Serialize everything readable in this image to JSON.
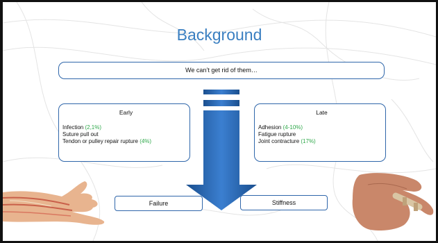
{
  "slide": {
    "title": "Background",
    "banner_text": "We can’t get rid of them…",
    "early": {
      "heading": "Early",
      "items": [
        {
          "text": "Infection ",
          "pct": "(2,1%)"
        },
        {
          "text": "Suture pull out",
          "pct": ""
        },
        {
          "text": "Tendon or pulley repair rupture ",
          "pct": "(4%)"
        }
      ]
    },
    "late": {
      "heading": "Late",
      "items": [
        {
          "text": "Adhesion ",
          "pct": "(4-10%)"
        },
        {
          "text": "Fatigue rupture",
          "pct": ""
        },
        {
          "text": "Joint contracture ",
          "pct": "(17%)"
        }
      ]
    },
    "failure_label": "Failure",
    "stiffness_label": "Stiffness"
  },
  "colors": {
    "title": "#3a7fc1",
    "box_border": "#2f66aa",
    "arrow": "#1f5fa8",
    "percent": "#2ea84a"
  },
  "icons": {
    "left_image": "hand-anatomy-illustration",
    "right_image": "finger-splint-photo",
    "center": "down-arrow-icon"
  }
}
